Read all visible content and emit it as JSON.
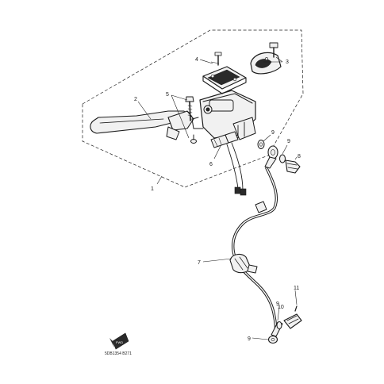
{
  "callouts": {
    "c1": "1",
    "c2": "2",
    "c3": "3",
    "c4": "4",
    "c5": "5",
    "c6": "6",
    "c7": "7",
    "c8": "8",
    "c9a": "9",
    "c9b": "9",
    "c9c": "9",
    "c9d": "9",
    "c10": "10",
    "c11": "11"
  },
  "front_badge": "FWD",
  "figure_code": "5DB1354 B271",
  "colors": {
    "ink": "#1c1c1c",
    "paper": "#ffffff"
  }
}
